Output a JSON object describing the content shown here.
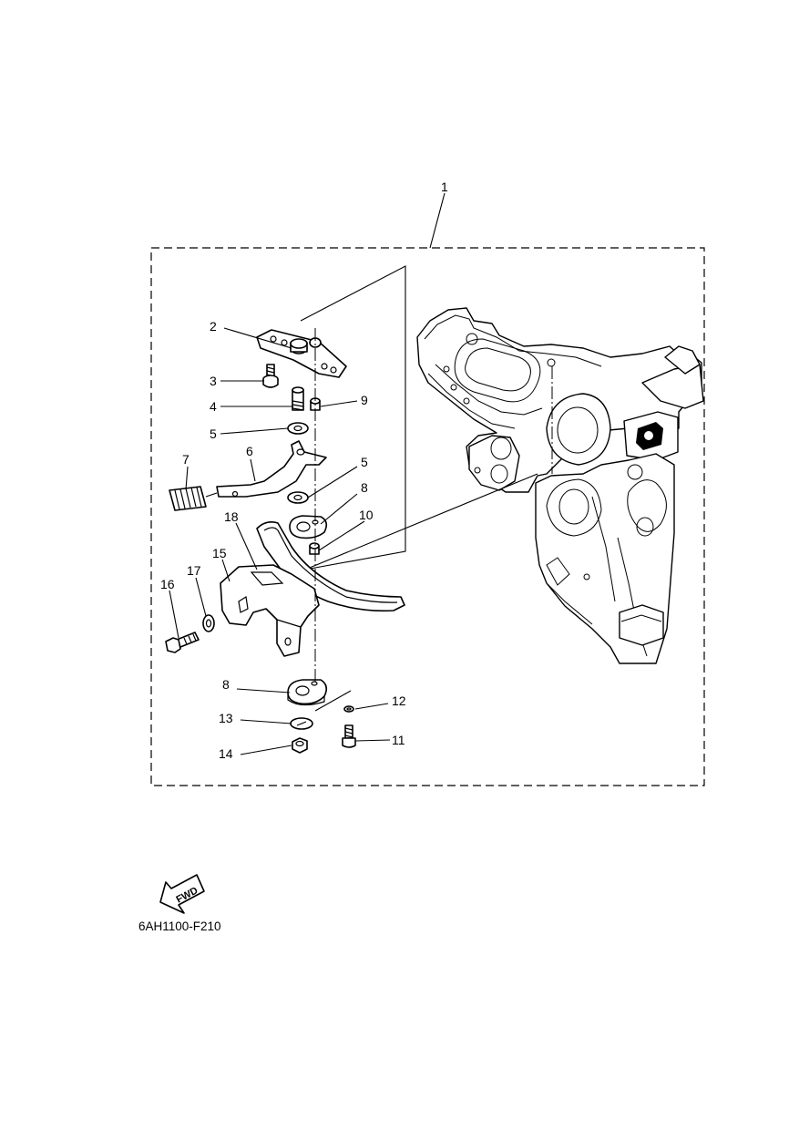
{
  "callouts": {
    "c1": "1",
    "c2": "2",
    "c3": "3",
    "c4": "4",
    "c5a": "5",
    "c5b": "5",
    "c6": "6",
    "c7": "7",
    "c8a": "8",
    "c8b": "8",
    "c9": "9",
    "c10": "10",
    "c11": "11",
    "c12": "12",
    "c13": "13",
    "c14": "14",
    "c15": "15",
    "c16": "16",
    "c17": "17",
    "c18": "18"
  },
  "fwd_label": "FWD",
  "diagram_code": "6AH1100-F210"
}
